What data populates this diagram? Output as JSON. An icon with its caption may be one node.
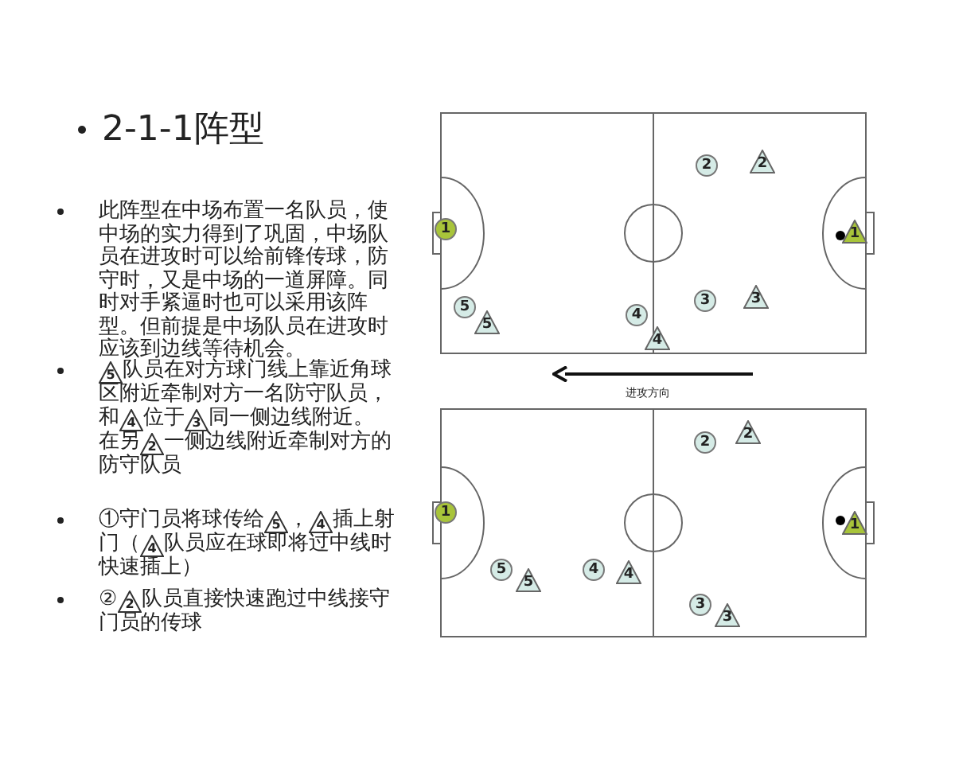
{
  "diagram": {
    "title": "2-1-1阵型",
    "nodes": [
      {
        "text": [],
        "shape": "box"
      },
      {
        "text": [
          "1"
        ],
        "in": 0
      },
      {
        "text": [
          "2"
        ],
        "in": 0
      },
      {
        "text": [
          "2"
        ],
        "in": 0
      },
      {
        "text": [
          "1"
        ],
        "in": 0
      },
      {
        "text": [
          "3"
        ],
        "in": 0
      },
      {
        "text": [
          "3"
        ],
        "in": 0
      },
      {
        "text": [
          "5"
        ],
        "in": 0
      },
      {
        "text": [
          "5"
        ],
        "in": 0
      },
      {
        "text": [
          "4"
        ],
        "in": 0
      },
      {
        "text": [
          "4"
        ],
        "in": 0
      },
      {
        "text": [],
        "shape": "box"
      },
      {
        "text": [
          "2"
        ],
        "in": 11
      },
      {
        "text": [
          "2"
        ],
        "in": 11
      },
      {
        "text": [
          "1"
        ],
        "in": 11
      },
      {
        "text": [
          "1"
        ],
        "in": 11
      },
      {
        "text": [
          "5"
        ],
        "in": 11
      },
      {
        "text": [
          "5"
        ],
        "in": 11
      },
      {
        "text": [
          "4"
        ],
        "in": 11
      },
      {
        "text": [
          "4"
        ],
        "in": 11
      },
      {
        "text": [
          "3"
        ],
        "in": 11
      },
      {
        "text": [
          "3"
        ],
        "in": 11
      },
      {
        "text": [
          "5"
        ]
      },
      {
        "text": [
          "4"
        ]
      },
      {
        "text": [
          "3"
        ]
      },
      {
        "text": [
          "2"
        ]
      },
      {
        "text": [
          "5"
        ]
      },
      {
        "text": [
          "4"
        ]
      },
      {
        "text": [
          "4"
        ]
      },
      {
        "text": [
          "2"
        ]
      }
    ],
    "edges": [],
    "labels": [
      "此阵型在中场布置一名队员，使中场的实力得到了巩固，中场队员在进攻时可以给前锋传球，防守时，又是中场的一道屏障。同时对手紧逼时也可以采用该阵型。但前提是中场队员在进攻时应该到边线等待机会。",
      "队员在对方球门线上靠近角球区附近牵制对方一名防守队员，",
      "和",
      "位于",
      "同一侧边线附近。",
      "在另",
      "一侧边线附近牵制对方的防守队员",
      "①守门员将球传给",
      "，",
      "插上射门（",
      "队员应在球即将过中线时快速插上）",
      "②",
      "队员直接快速跑过中线接守门员的传球",
      "进攻方向"
    ]
  }
}
